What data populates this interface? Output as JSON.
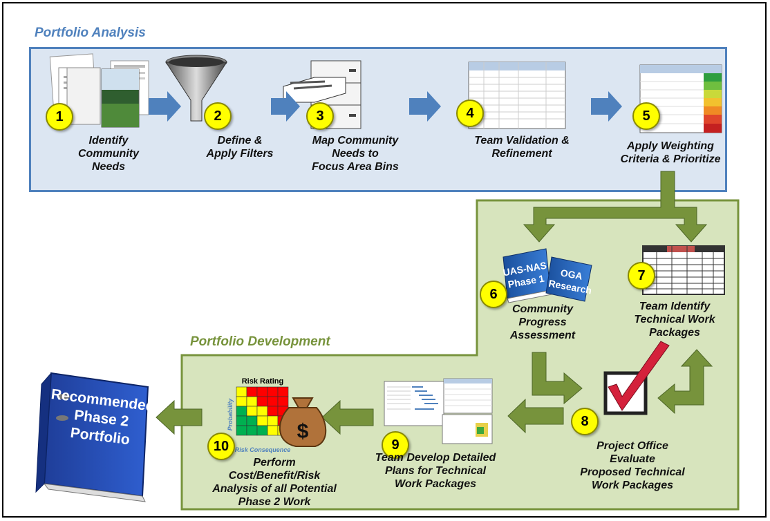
{
  "sections": {
    "analysis_title": "Portfolio Analysis",
    "development_title": "Portfolio Development"
  },
  "steps": [
    {
      "number": "1",
      "label": "Identify\nCommunity\nNeeds"
    },
    {
      "number": "2",
      "label": "Define &\nApply Filters"
    },
    {
      "number": "3",
      "label": "Map Community\nNeeds to\nFocus Area Bins"
    },
    {
      "number": "4",
      "label": "Team Validation &\nRefinement"
    },
    {
      "number": "5",
      "label": "Apply Weighting\nCriteria & Prioritize"
    },
    {
      "number": "6",
      "label": "Community\nProgress\nAssessment"
    },
    {
      "number": "7",
      "label": "Team Identify\nTechnical Work\nPackages"
    },
    {
      "number": "8",
      "label": "Project Office\nEvaluate\nProposed Technical\nWork Packages"
    },
    {
      "number": "9",
      "label": "Team Develop Detailed\nPlans for Technical\nWork Packages"
    },
    {
      "number": "10",
      "label": "Perform\nCost/Benefit/Risk\nAnalysis of all Potential\nPhase 2 Work"
    }
  ],
  "books": {
    "uas_nas": [
      "UAS-NAS",
      "Phase 1"
    ],
    "oga": [
      "OGA",
      "Research"
    ],
    "recommended": [
      "Recommended",
      "Phase 2",
      "Portfolio"
    ]
  },
  "risk_matrix": {
    "title": "Risk Rating",
    "x_label": "Risk Consequence",
    "y_label": "Probability",
    "money_symbol": "$"
  },
  "colors": {
    "analysis_fill": "#dce6f2",
    "analysis_border": "#4f81bd",
    "development_fill": "#d7e4bd",
    "development_border": "#77933c",
    "arrow_blue": "#4f81bd",
    "arrow_green": "#77933c",
    "number_badge": "#ffff00"
  }
}
